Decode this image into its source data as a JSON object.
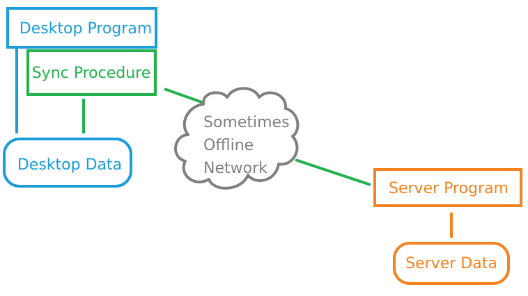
{
  "nodes": {
    "desktop_program": {
      "label": "Desktop Program",
      "color": "#1B9DD9"
    },
    "sync_procedure": {
      "label": "Sync Procedure",
      "color": "#22B14C"
    },
    "desktop_data": {
      "label": "Desktop Data",
      "color": "#1B9DD9"
    },
    "network": {
      "lines": [
        "Sometimes",
        "Offline",
        "Network"
      ],
      "color": "#7F7F7F"
    },
    "server_program": {
      "label": "Server Program",
      "color": "#F58220"
    },
    "server_data": {
      "label": "Server Data",
      "color": "#F58220"
    }
  }
}
